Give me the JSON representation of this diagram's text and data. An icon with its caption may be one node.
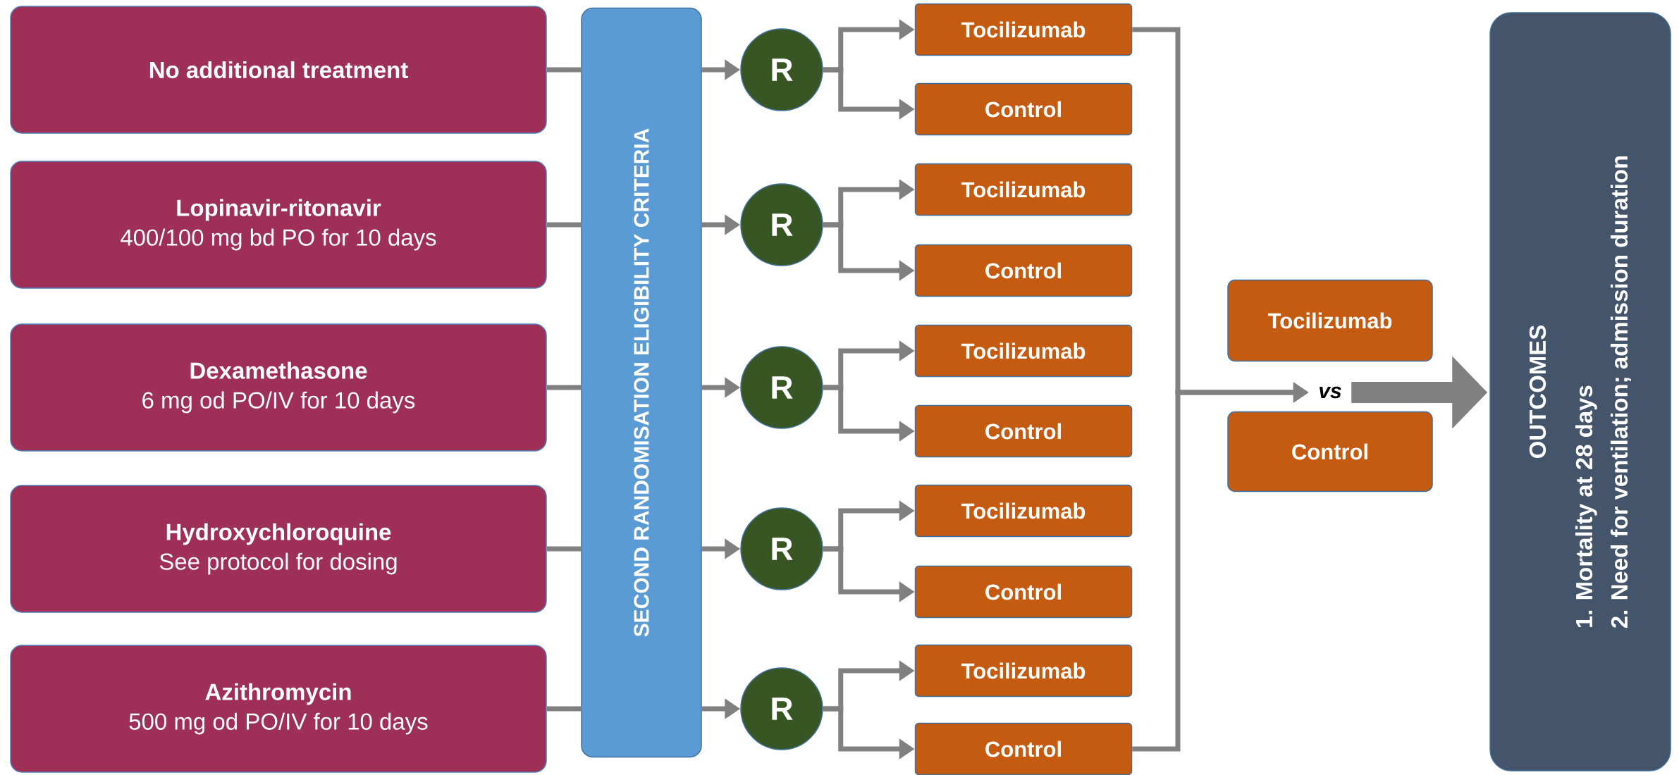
{
  "diagram": {
    "nodes": [
      {
        "text": [
          "No additional treatment"
        ]
      },
      {
        "text": [
          "Lopinavir-ritonavir",
          "400/100 mg bd PO for 10 days"
        ]
      },
      {
        "text": [
          "Dexamethasone",
          "6 mg od PO/IV for 10 days"
        ]
      },
      {
        "text": [
          "Hydroxychloroquine",
          "See protocol for dosing"
        ]
      },
      {
        "text": [
          "Azithromycin",
          "500 mg od PO/IV for 10 days"
        ]
      },
      {
        "text": [
          "SECOND RANDOMISATION ELIGIBILITY CRITERIA"
        ]
      },
      {
        "text": [
          "R"
        ]
      },
      {
        "text": [
          "R"
        ]
      },
      {
        "text": [
          "R"
        ]
      },
      {
        "text": [
          "R"
        ]
      },
      {
        "text": [
          "R"
        ]
      },
      {
        "text": [
          "Tocilizumab"
        ]
      },
      {
        "text": [
          "Control"
        ]
      },
      {
        "text": [
          "Tocilizumab"
        ]
      },
      {
        "text": [
          "Control"
        ]
      },
      {
        "text": [
          "Tocilizumab"
        ]
      },
      {
        "text": [
          "Control"
        ]
      },
      {
        "text": [
          "Tocilizumab"
        ]
      },
      {
        "text": [
          "Control"
        ]
      },
      {
        "text": [
          "Tocilizumab"
        ]
      },
      {
        "text": [
          "Control"
        ]
      },
      {
        "text": [
          "Tocilizumab"
        ]
      },
      {
        "text": [
          "vs"
        ]
      },
      {
        "text": [
          "Control"
        ]
      },
      {
        "text": [
          "OUTCOMES",
          "1.  Mortality at 28 days",
          "2.  Need for ventilation; admission duration"
        ]
      }
    ],
    "edges": [
      {
        "from": 0,
        "to": 5,
        "arrow": "none"
      },
      {
        "from": 1,
        "to": 5,
        "arrow": "none"
      },
      {
        "from": 2,
        "to": 5,
        "arrow": "none"
      },
      {
        "from": 3,
        "to": 5,
        "arrow": "none"
      },
      {
        "from": 4,
        "to": 5,
        "arrow": "none"
      },
      {
        "from": 5,
        "to": 6,
        "arrow": "to"
      },
      {
        "from": 5,
        "to": 7,
        "arrow": "to"
      },
      {
        "from": 5,
        "to": 8,
        "arrow": "to"
      },
      {
        "from": 5,
        "to": 9,
        "arrow": "to"
      },
      {
        "from": 5,
        "to": 10,
        "arrow": "to"
      },
      {
        "from": 6,
        "to": 11,
        "arrow": "to"
      },
      {
        "from": 6,
        "to": 12,
        "arrow": "to"
      },
      {
        "from": 7,
        "to": 13,
        "arrow": "to"
      },
      {
        "from": 7,
        "to": 14,
        "arrow": "to"
      },
      {
        "from": 8,
        "to": 15,
        "arrow": "to"
      },
      {
        "from": 8,
        "to": 16,
        "arrow": "to"
      },
      {
        "from": 9,
        "to": 17,
        "arrow": "to"
      },
      {
        "from": 9,
        "to": 18,
        "arrow": "to"
      },
      {
        "from": 10,
        "to": 19,
        "arrow": "to"
      },
      {
        "from": 10,
        "to": 20,
        "arrow": "to"
      },
      {
        "from": 11,
        "to": 22,
        "arrow": "to"
      },
      {
        "from": 20,
        "to": 22,
        "arrow": "to"
      },
      {
        "from": 22,
        "to": 24,
        "arrow": "to",
        "style": "thick"
      }
    ]
  }
}
